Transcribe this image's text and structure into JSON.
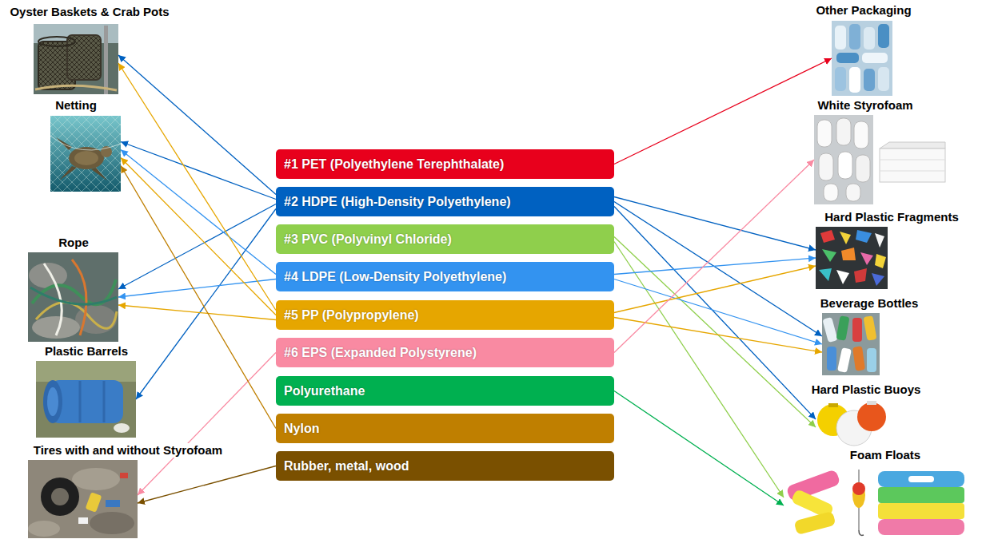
{
  "diagram": {
    "nodes": [
      {
        "text": [
          "Oyster Baskets & Crab Pots"
        ]
      },
      {
        "text": [
          "Netting"
        ]
      },
      {
        "text": [
          "Rope"
        ]
      },
      {
        "text": [
          "Plastic Barrels"
        ]
      },
      {
        "text": [
          "Tires with and without Styrofoam"
        ]
      },
      {
        "text": [
          "#1 PET (Polyethylene Terephthalate)"
        ]
      },
      {
        "text": [
          "#2 HDPE (High-Density Polyethylene)"
        ]
      },
      {
        "text": [
          "#3 PVC (Polyvinyl Chloride)"
        ]
      },
      {
        "text": [
          "#4 LDPE (Low-Density Polyethylene)"
        ]
      },
      {
        "text": [
          "#5 PP (Polypropylene)"
        ]
      },
      {
        "text": [
          "#6 EPS (Expanded Polystyrene)"
        ]
      },
      {
        "text": [
          "Polyurethane"
        ]
      },
      {
        "text": [
          "Nylon"
        ]
      },
      {
        "text": [
          "Rubber, metal, wood"
        ]
      },
      {
        "text": [
          "Other Packaging"
        ]
      },
      {
        "text": [
          "White Styrofoam"
        ]
      },
      {
        "text": [
          "Hard Plastic Fragments"
        ]
      },
      {
        "text": [
          "Beverage Bottles"
        ]
      },
      {
        "text": [
          "Hard Plastic Buoys"
        ]
      },
      {
        "text": [
          "Foam Floats"
        ]
      }
    ],
    "edges": [
      {
        "from": 5,
        "to": 14,
        "arrow": "to"
      },
      {
        "from": 6,
        "to": 0,
        "arrow": "to"
      },
      {
        "from": 6,
        "to": 1,
        "arrow": "to"
      },
      {
        "from": 6,
        "to": 2,
        "arrow": "to"
      },
      {
        "from": 6,
        "to": 3,
        "arrow": "to"
      },
      {
        "from": 6,
        "to": 16,
        "arrow": "to"
      },
      {
        "from": 6,
        "to": 17,
        "arrow": "to"
      },
      {
        "from": 6,
        "to": 18,
        "arrow": "to"
      },
      {
        "from": 7,
        "to": 18,
        "arrow": "to"
      },
      {
        "from": 7,
        "to": 19,
        "arrow": "to"
      },
      {
        "from": 8,
        "to": 1,
        "arrow": "to"
      },
      {
        "from": 8,
        "to": 2,
        "arrow": "to"
      },
      {
        "from": 8,
        "to": 16,
        "arrow": "to"
      },
      {
        "from": 8,
        "to": 17,
        "arrow": "to"
      },
      {
        "from": 9,
        "to": 0,
        "arrow": "to"
      },
      {
        "from": 9,
        "to": 1,
        "arrow": "to"
      },
      {
        "from": 9,
        "to": 2,
        "arrow": "to"
      },
      {
        "from": 9,
        "to": 16,
        "arrow": "to"
      },
      {
        "from": 9,
        "to": 17,
        "arrow": "to"
      },
      {
        "from": 10,
        "to": 4,
        "arrow": "to"
      },
      {
        "from": 10,
        "to": 15,
        "arrow": "to"
      },
      {
        "from": 11,
        "to": 19,
        "arrow": "to"
      },
      {
        "from": 12,
        "to": 1,
        "arrow": "to"
      },
      {
        "from": 13,
        "to": 4,
        "arrow": "to"
      }
    ]
  }
}
